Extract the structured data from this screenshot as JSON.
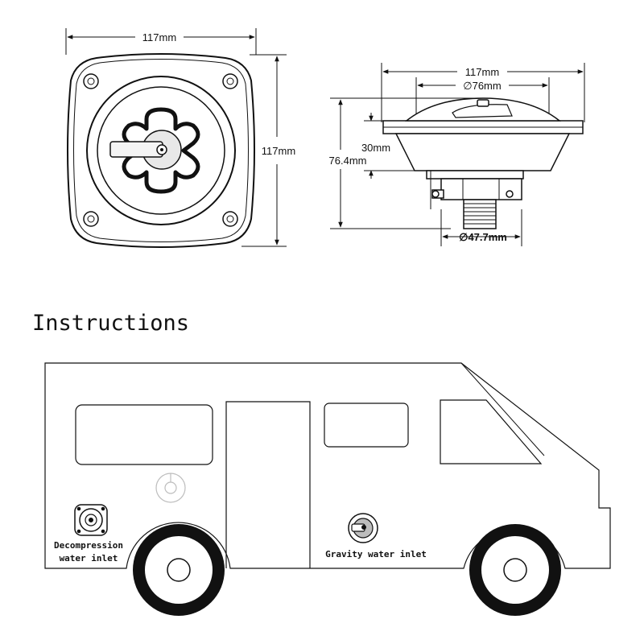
{
  "top_view": {
    "width_label": "117mm",
    "height_label": "117mm"
  },
  "side_view": {
    "width_label": "117mm",
    "bore_label": "∅76mm",
    "depth_label": "30mm",
    "height_label": "76.4mm",
    "thread_label": "∅47.7mm"
  },
  "instructions": {
    "heading": "Instructions",
    "decompression_line1": "Decompression",
    "decompression_line2": "water inlet",
    "gravity_label": "Gravity water inlet"
  },
  "colors": {
    "line": "#111111",
    "faint": "#bdbdbd",
    "background": "#ffffff"
  }
}
